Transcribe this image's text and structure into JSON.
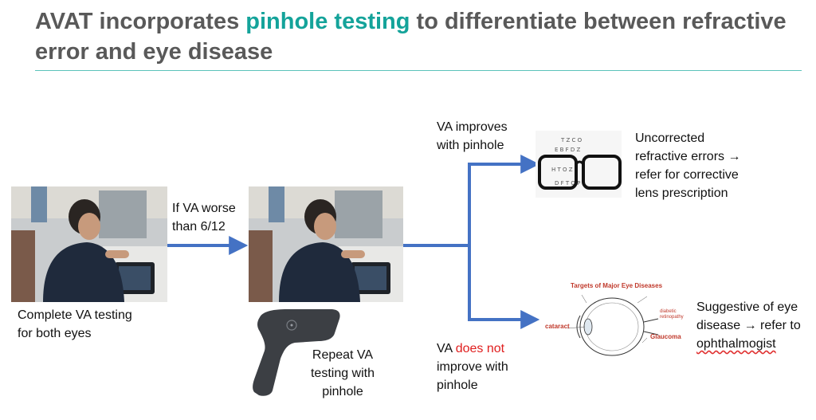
{
  "slide": {
    "title_part1": "AVAT incorporates ",
    "title_accent": "pinhole testing",
    "title_part2": " to differentiate between refractive error and eye disease"
  },
  "steps": {
    "step1_line1": "Complete VA testing",
    "step1_line2": "for both eyes",
    "condition_line1": "If VA worse",
    "condition_line2": "than 6/12",
    "step2_line1": "Repeat VA",
    "step2_line2": "testing with",
    "step2_line3": "pinhole"
  },
  "branches": {
    "improves_line1": "VA improves",
    "improves_line2": "with pinhole",
    "not_prefix": "VA ",
    "not_highlight": "does not",
    "not_line2": "improve with",
    "not_line3": "pinhole"
  },
  "outcomes": {
    "refractive_line1": "Uncorrected",
    "refractive_line2": "refractive errors →",
    "refractive_line3": "refer for corrective",
    "refractive_line4": "lens prescription",
    "disease_line1": "Suggestive of eye",
    "disease_line2": "disease → refer to",
    "disease_line3": "ophthalmogist"
  },
  "eye_diagram": {
    "heading": "Targets of Major Eye Diseases",
    "label_cataract": "cataract",
    "label_glaucoma": "Glaucoma",
    "label_diabetic": "diabetic retinopathy"
  },
  "colors": {
    "accent": "#14a39a",
    "arrow": "#4472c4",
    "highlight": "#e01e1e"
  }
}
